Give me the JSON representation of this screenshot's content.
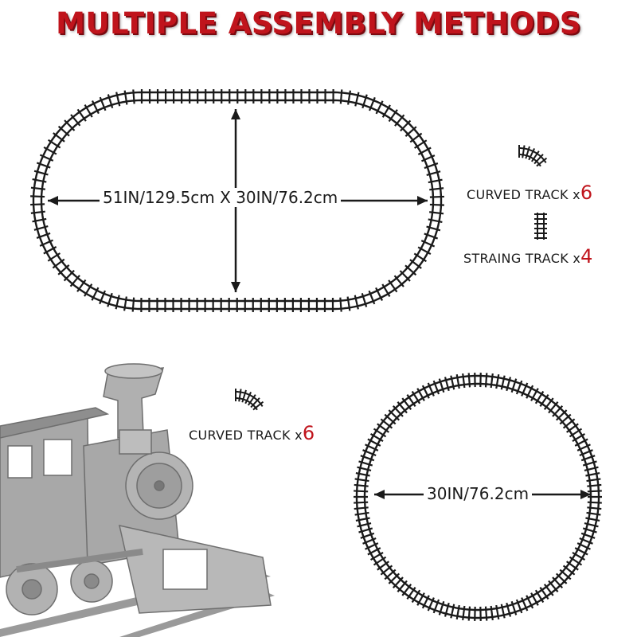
{
  "title": "MULTIPLE ASSEMBLY METHODS",
  "colors": {
    "title_red": "#c0141c",
    "track_dark": "#1a1a1a",
    "train_gray": "#a8a8a8",
    "count_red": "#c0141c"
  },
  "oval_layout": {
    "dimension_label": "51IN/129.5cm X 30IN/76.2cm",
    "curved": {
      "icon": "curved-track-icon",
      "text": "CURVED TRACK x",
      "count": "6"
    },
    "straight": {
      "icon": "straight-track-icon",
      "text": "STRAING TRACK x",
      "count": "4"
    }
  },
  "circle_layout": {
    "dimension_label": "30IN/76.2cm",
    "curved": {
      "icon": "curved-track-icon",
      "text": "CURVED TRACK x",
      "count": "6"
    }
  },
  "illustration": {
    "icon": "steam-locomotive-illustration"
  }
}
